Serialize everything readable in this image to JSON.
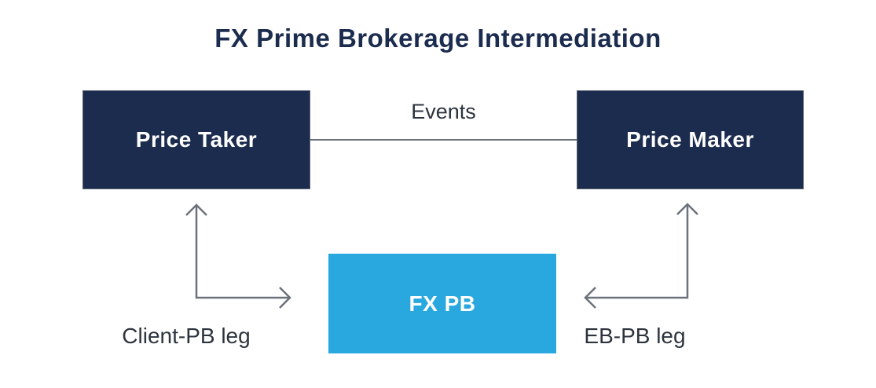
{
  "title": "FX Prime Brokerage Intermediation",
  "nodes": {
    "price_taker": {
      "label": "Price Taker"
    },
    "price_maker": {
      "label": "Price Maker"
    },
    "fx_pb": {
      "label": "FX PB"
    }
  },
  "connections": {
    "events": {
      "label": "Events",
      "from": "Price Taker",
      "to": "Price Maker"
    },
    "client_pb": {
      "label": "Client-PB leg",
      "from": "FX PB",
      "to": "Price Taker"
    },
    "eb_pb": {
      "label": "EB-PB leg",
      "from": "FX PB",
      "to": "Price Maker"
    }
  },
  "colors": {
    "navy": "#1B2C4E",
    "blue": "#29A8DF",
    "line": "#6C727B",
    "label-text": "#2D343E",
    "title-text": "#1B2C4E",
    "box-text": "#FFFFFF",
    "background": "#FFFFFF"
  }
}
